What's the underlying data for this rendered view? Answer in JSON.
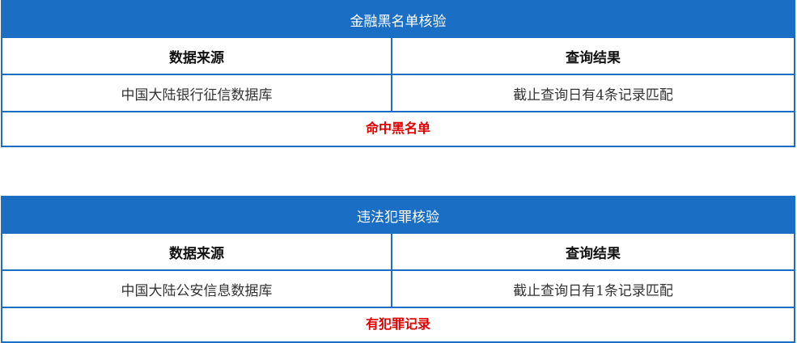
{
  "sections": [
    {
      "title": "金融黑名单核验",
      "col_source": "数据来源",
      "col_result": "查询结果",
      "source": "中国大陆银行征信数据库",
      "result": "截止查询日有4条记录匹配",
      "status": "命中黑名单",
      "status_color": "#e00000"
    },
    {
      "title": "违法犯罪核验",
      "col_source": "数据来源",
      "col_result": "查询结果",
      "source": "中国大陆公安信息数据库",
      "result": "截止查询日有1条记录匹配",
      "status": "有犯罪记录",
      "status_color": "#e00000"
    }
  ],
  "colors": {
    "accent": "#1a6ec4",
    "header_text": "#ffffff"
  }
}
